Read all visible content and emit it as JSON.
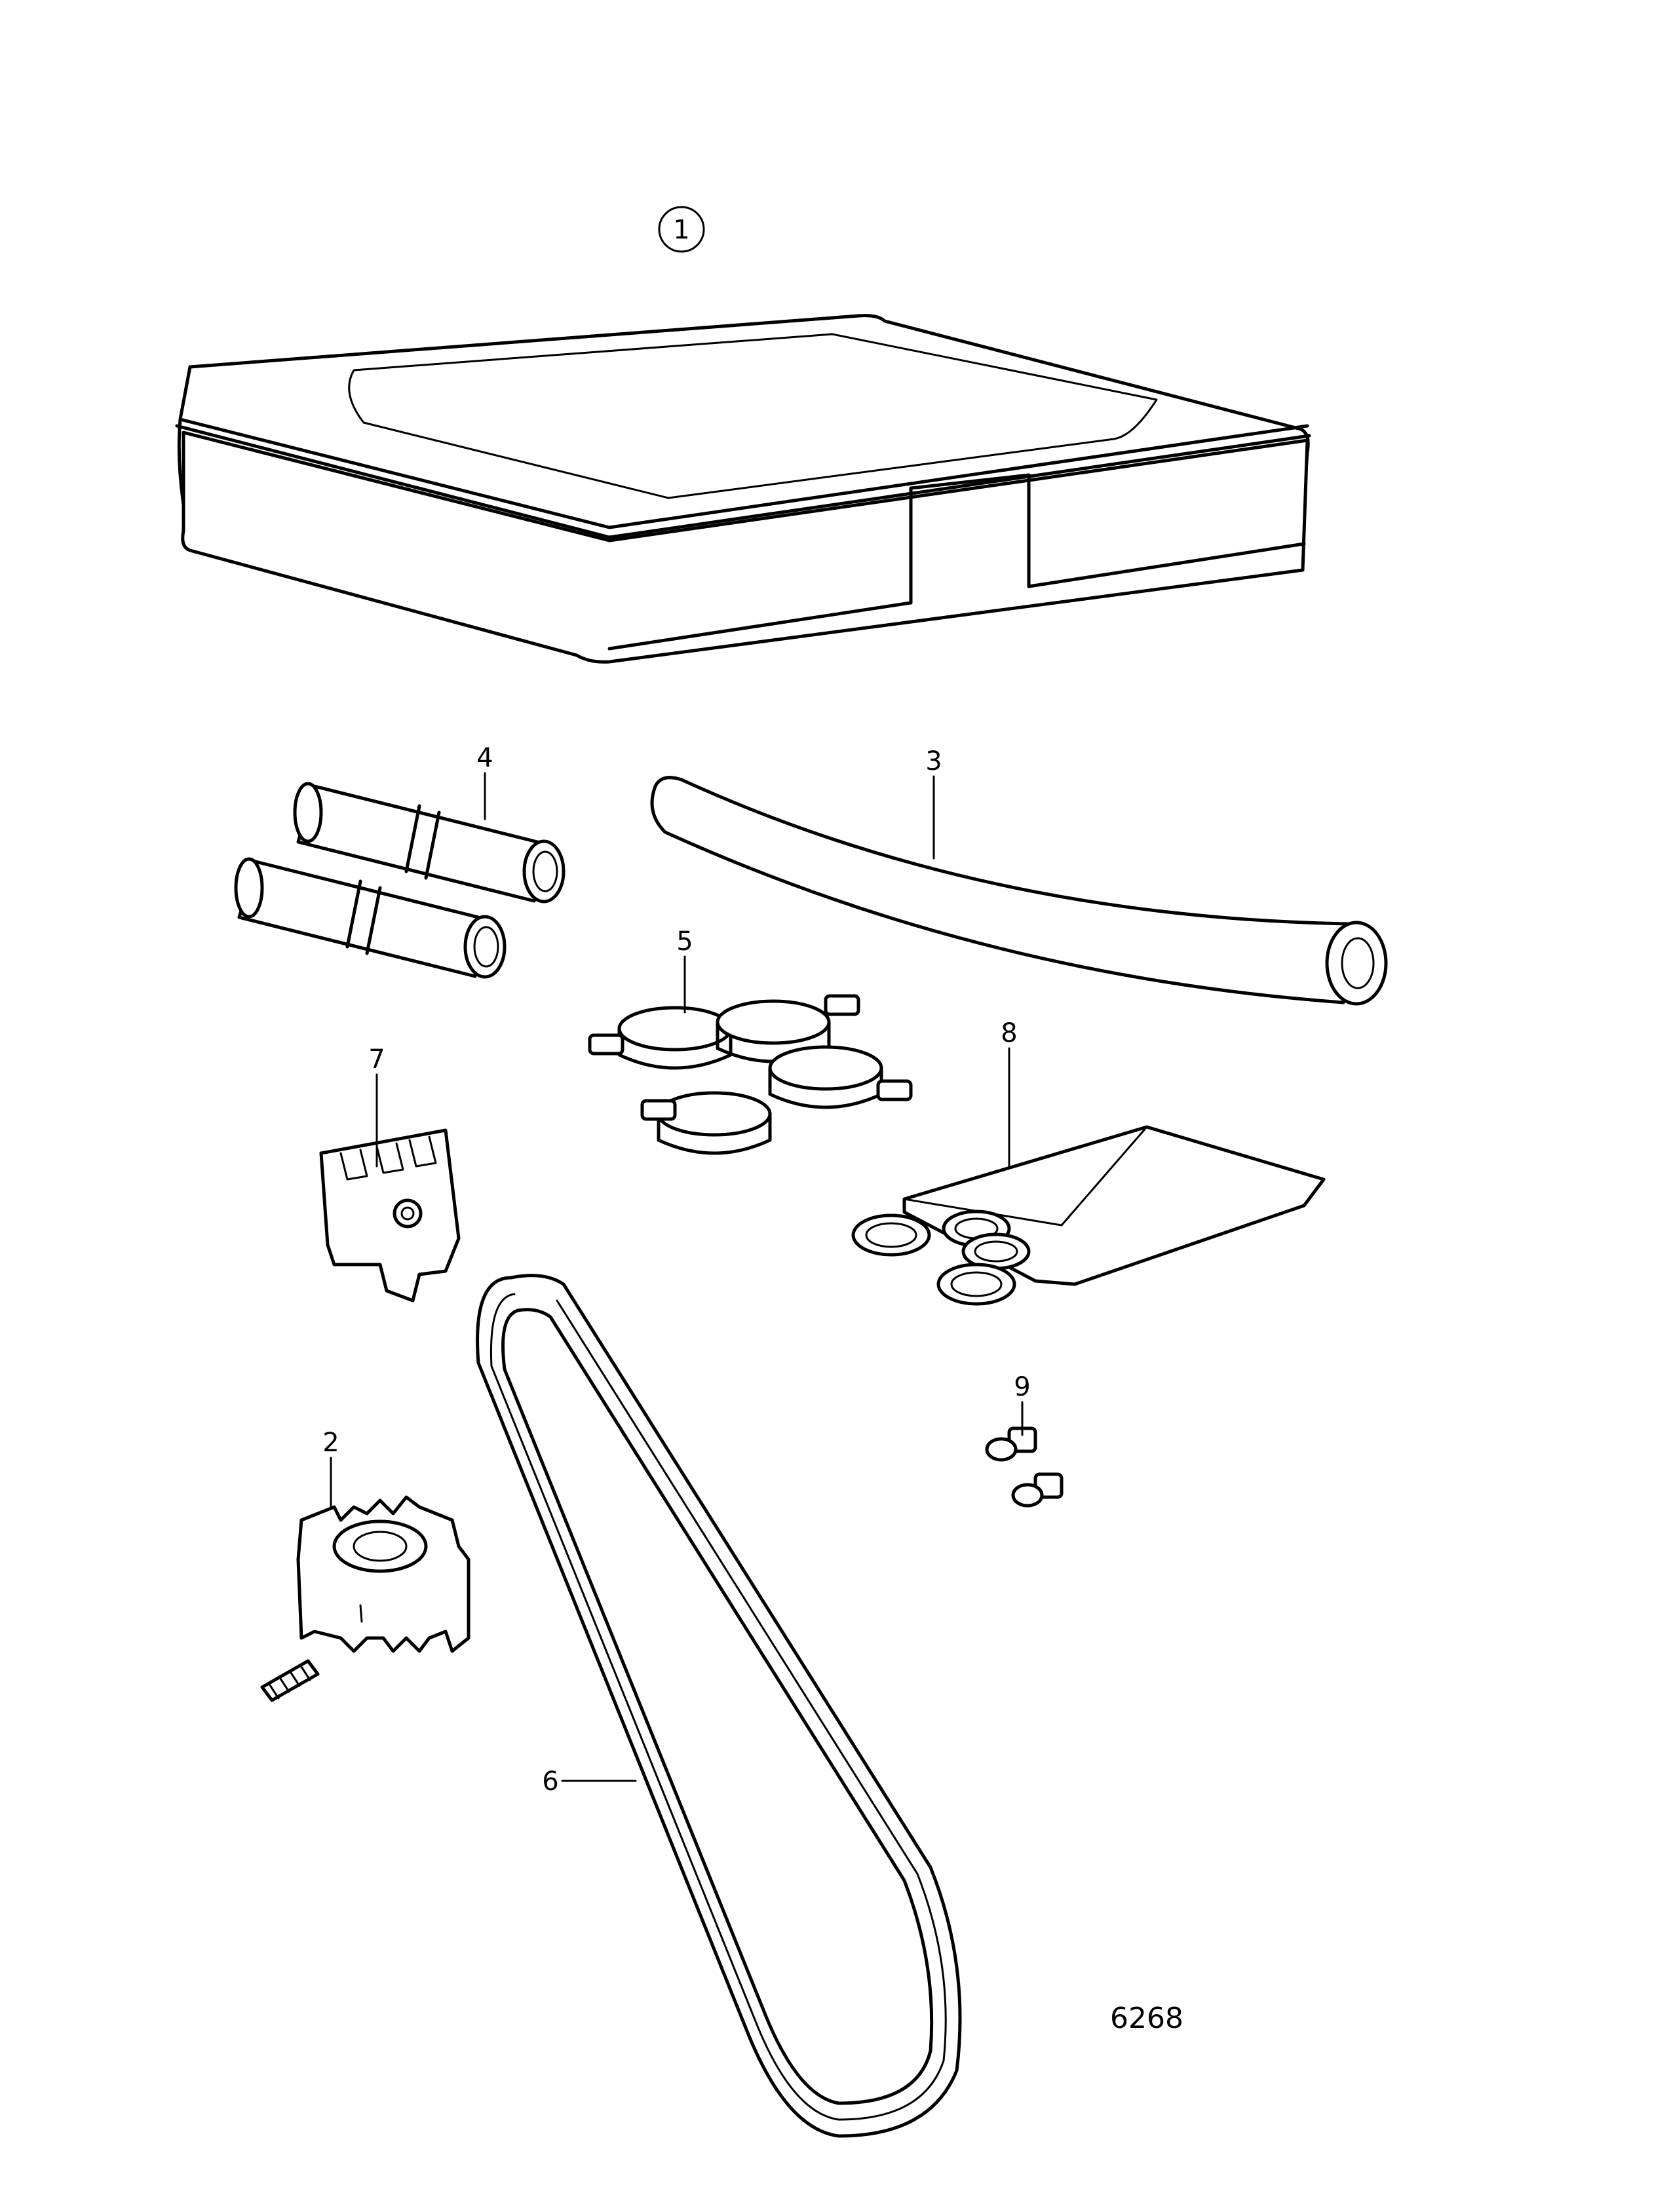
{
  "figure_number": "6268",
  "callouts": [
    {
      "id": "1",
      "label": "1"
    },
    {
      "id": "2",
      "label": "2"
    },
    {
      "id": "3",
      "label": "3"
    },
    {
      "id": "4",
      "label": "4"
    },
    {
      "id": "5",
      "label": "5"
    },
    {
      "id": "6",
      "label": "6"
    },
    {
      "id": "7",
      "label": "7"
    },
    {
      "id": "8",
      "label": "8"
    },
    {
      "id": "9",
      "label": "9"
    }
  ]
}
